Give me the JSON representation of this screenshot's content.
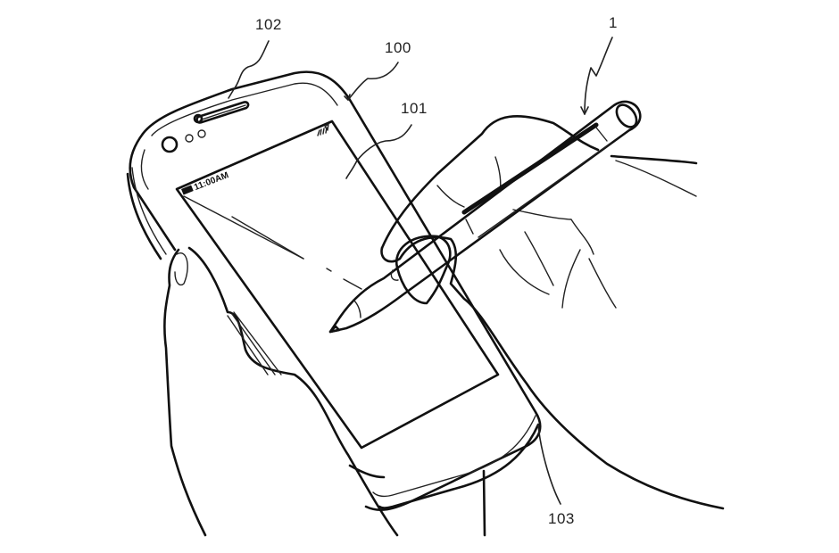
{
  "figure": {
    "description": "Patent drawing: hand holding mobile terminal while writing on touch screen with stylus pen",
    "reference_labels": {
      "stylus": "1",
      "terminal": "100",
      "touch_screen": "101",
      "speaker": "102",
      "housing_edge": "103"
    },
    "status_bar": {
      "time": "11:00AM",
      "battery_icon": "battery-icon",
      "signal_icon": "signal-icon"
    },
    "colors": {
      "line": "#111111",
      "background": "#ffffff"
    }
  }
}
